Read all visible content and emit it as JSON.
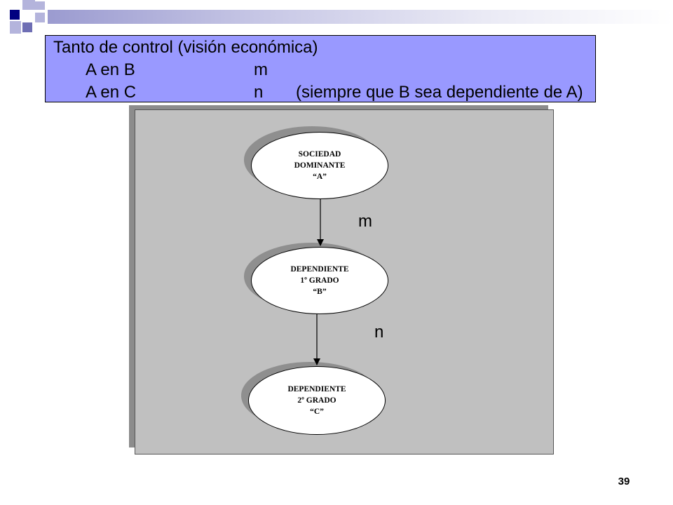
{
  "title_box": {
    "line1": "Tanto de control (visión económica)",
    "row_b": {
      "label": "A en B",
      "value": "m",
      "note": ""
    },
    "row_c": {
      "label": "A en C",
      "value": "n",
      "note": "(siempre que B sea dependiente de A)"
    }
  },
  "diagram": {
    "node_a": {
      "line1": "SOCIEDAD",
      "line2": "DOMINANTE",
      "line3": "“A”"
    },
    "node_b": {
      "line1": "DEPENDIENTE",
      "line2": "1º GRADO",
      "line3": "“B”"
    },
    "node_c": {
      "line1": "DEPENDIENTE",
      "line2": "2º GRADO",
      "line3": "“C”"
    },
    "edge_ab_label": "m",
    "edge_bc_label": "n"
  },
  "page_number": "39",
  "colors": {
    "title_fill": "#9999ff",
    "diagram_fill": "#c0c0c0",
    "decor_navy": "#000080"
  }
}
